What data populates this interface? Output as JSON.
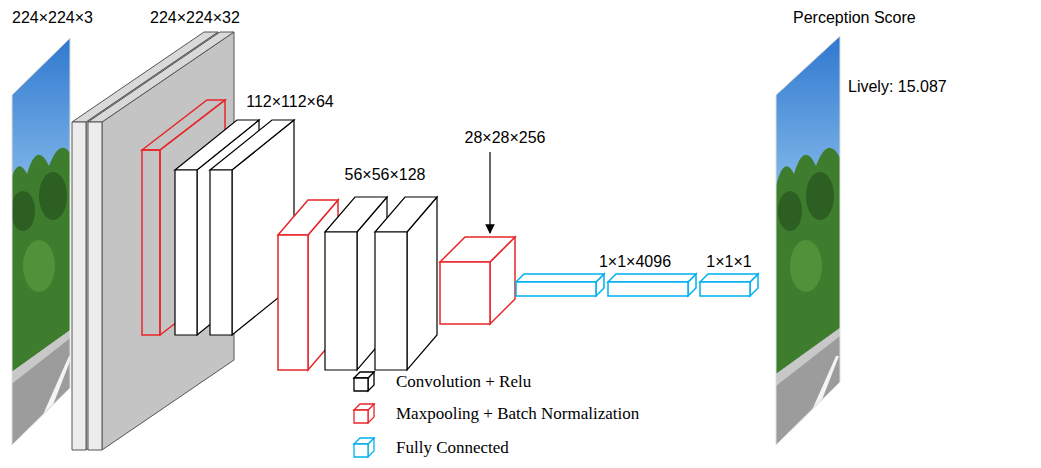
{
  "diagram": {
    "labels": [
      "224×224×3",
      "224×224×32",
      "112×112×64",
      "56×56×128",
      "28×28×256",
      "1×1×4096",
      "1×1×1",
      "Perception Score",
      "Lively: 15.087"
    ],
    "legend": [
      {
        "text": "Convolution + Relu"
      },
      {
        "text": "Maxpooling + Batch Normalization"
      },
      {
        "text": "Fully Connected"
      }
    ]
  }
}
